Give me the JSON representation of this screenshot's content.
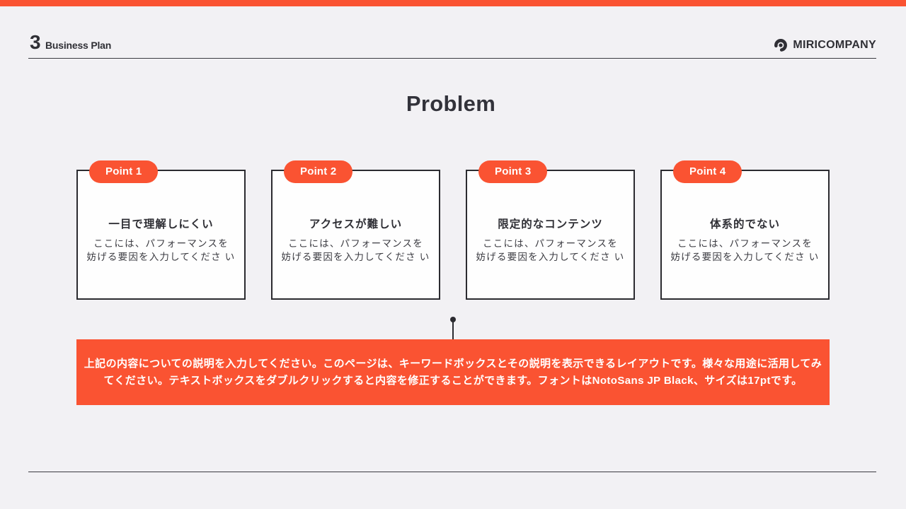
{
  "header": {
    "page_number": "3",
    "page_label": "Business Plan",
    "brand": "MIRICOMPANY"
  },
  "title": "Problem",
  "points": [
    {
      "badge": "Point 1",
      "heading": "一目で理解しにくい",
      "body_line1": "ここには、パフォーマンスを",
      "body_line2": "妨げる要因を入力してくださ い"
    },
    {
      "badge": "Point 2",
      "heading": "アクセスが難しい",
      "body_line1": "ここには、パフォーマンスを",
      "body_line2": "妨げる要因を入力してくださ い"
    },
    {
      "badge": "Point 3",
      "heading": "限定的なコンテンツ",
      "body_line1": "ここには、パフォーマンスを",
      "body_line2": "妨げる要因を入力してくださ い"
    },
    {
      "badge": "Point 4",
      "heading": "体系的でない",
      "body_line1": "ここには、パフォーマンスを",
      "body_line2": "妨げる要因を入力してくださ い"
    }
  ],
  "banner": {
    "line1": "上記の内容についての説明を入力してください。このページは、キーワードボックスとその説明を表示できるレイアウトです。様々な用途に活用してみ",
    "line2": "てください。テキストボックスをダブルクリックすると内容を修正することができます。フォントはNotoSans JP Black、サイズは17ptです。"
  },
  "colors": {
    "accent": "#fa5332",
    "ink": "#2f2f35",
    "background": "#f2f1f4",
    "card_background": "#fefefe"
  }
}
